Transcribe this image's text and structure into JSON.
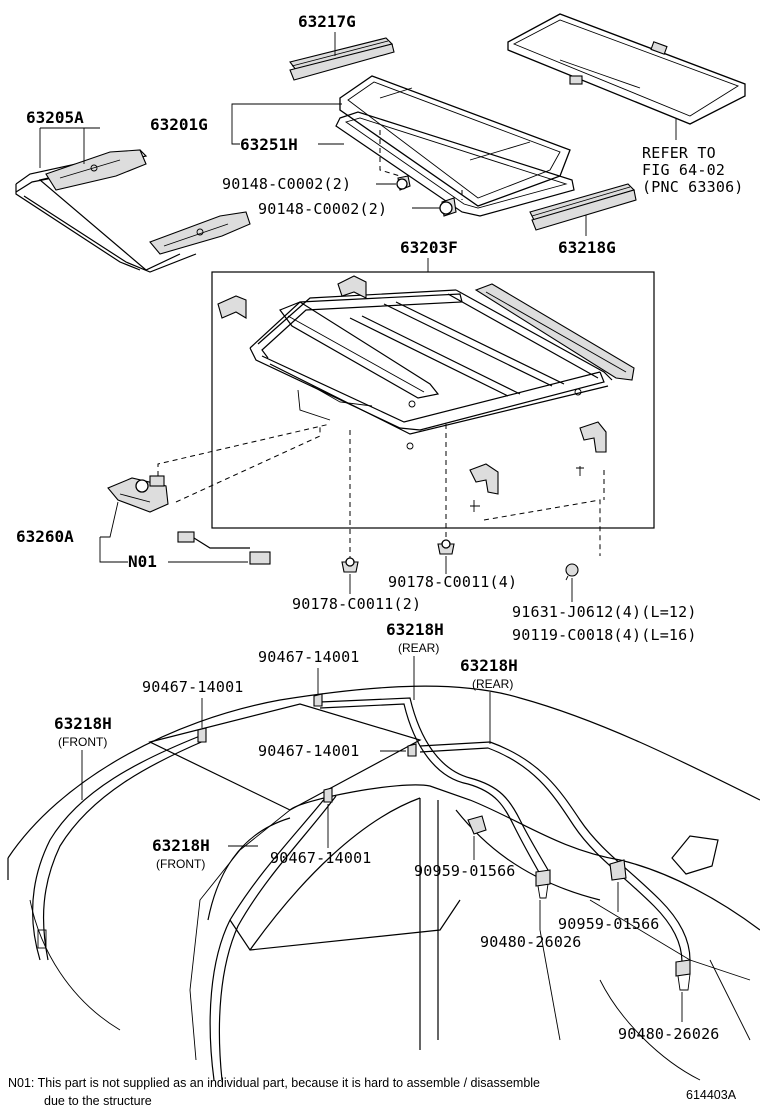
{
  "parts": {
    "p63217G": "63217G",
    "p63205A": "63205A",
    "p63201G": "63201G",
    "p63251H": "63251H",
    "p90148a": "90148-C0002(2)",
    "p90148b": "90148-C0002(2)",
    "refer_line1": "REFER TO",
    "refer_line2": "FIG 64-02",
    "refer_line3": "(PNC 63306)",
    "p63218G": "63218G",
    "p63203F": "63203F",
    "p63260A": "63260A",
    "pN01": "N01",
    "p90178a": "90178-C0011(4)",
    "p90178b": "90178-C0011(2)",
    "p91631": "91631-J0612(4)(L=12)",
    "p90119": "90119-C0018(4)(L=16)",
    "p63218H_rear1": "63218H",
    "rear1": "(REAR)",
    "p63218H_rear2": "63218H",
    "rear2": "(REAR)",
    "p90467a": "90467-14001",
    "p90467b": "90467-14001",
    "p90467c": "90467-14001",
    "p90467d": "90467-14001",
    "p63218H_front1": "63218H",
    "front1": "(FRONT)",
    "p63218H_front2": "63218H",
    "front2": "(FRONT)",
    "p90959a": "90959-01566",
    "p90959b": "90959-01566",
    "p90480a": "90480-26026",
    "p90480b": "90480-26026"
  },
  "footnote": {
    "line1": "N01: This part is not supplied as an individual part, because it is hard to assemble / disassemble",
    "line2": "due to the structure"
  },
  "figure_id": "614403A"
}
